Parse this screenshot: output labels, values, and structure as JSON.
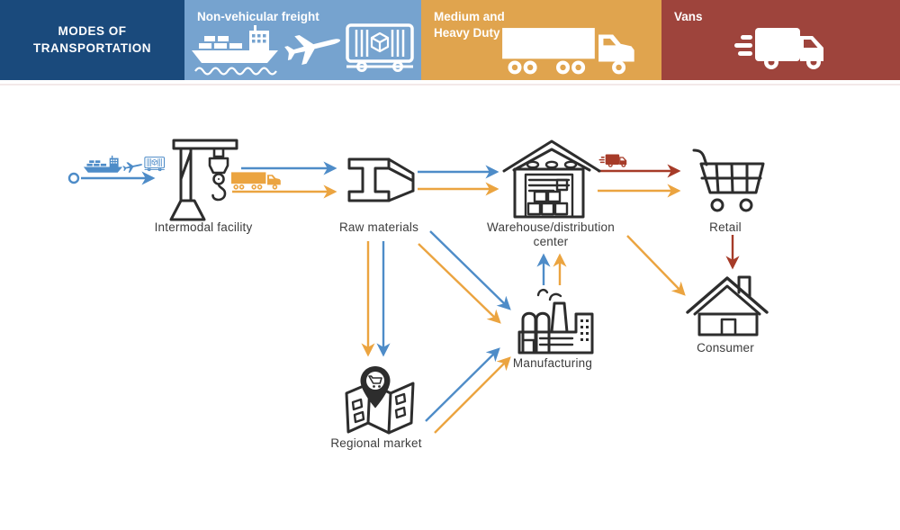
{
  "title": "Modes of transportation supply chain diagram",
  "header": {
    "sections": [
      {
        "id": "modes",
        "title_line1": "MODES OF",
        "title_line2": "TRANSPORTATION",
        "bg": "#1a4a7c",
        "text_color": "#ffffff"
      },
      {
        "id": "non_vehicular",
        "title": "Non-vehicular freight",
        "bg": "#76a3cf",
        "icons": [
          "cargo-ship-icon",
          "airplane-icon",
          "rail-freight-car-icon"
        ]
      },
      {
        "id": "medium_heavy",
        "title_line1": "Medium and",
        "title_line2": "Heavy Duty",
        "bg": "#e0a44e",
        "icons": [
          "semi-truck-icon"
        ]
      },
      {
        "id": "vans",
        "title": "Vans",
        "bg": "#9e443c",
        "icons": [
          "delivery-van-icon"
        ]
      }
    ]
  },
  "legend_colors": {
    "non_vehicular": "#4e8cc8",
    "medium_heavy": "#eba440",
    "vans": "#a63b28",
    "icon_outline": "#2d2d2d"
  },
  "nodes": {
    "intermodal": {
      "label": "Intermodal facility",
      "icon": "crane-icon"
    },
    "raw": {
      "label": "Raw materials",
      "icon": "steel-beam-icon"
    },
    "warehouse": {
      "label_line1": "Warehouse/distribution",
      "label_line2": "center",
      "icon": "warehouse-icon"
    },
    "retail": {
      "label": "Retail",
      "icon": "shopping-cart-icon"
    },
    "manufacturing": {
      "label": "Manufacturing",
      "icon": "factory-icon"
    },
    "regional": {
      "label": "Regional market",
      "icon": "map-location-pin-icon"
    },
    "consumer": {
      "label": "Consumer",
      "icon": "house-icon"
    }
  },
  "edges": [
    {
      "from": "origin",
      "to": "Intermodal facility",
      "mode": "Non-vehicular freight",
      "color": "#4e8cc8"
    },
    {
      "from": "Intermodal facility",
      "to": "Raw materials",
      "mode": "Non-vehicular freight",
      "color": "#4e8cc8"
    },
    {
      "from": "Intermodal facility",
      "to": "Raw materials",
      "mode": "Medium and Heavy Duty",
      "color": "#eba440"
    },
    {
      "from": "Raw materials",
      "to": "Warehouse/distribution center",
      "mode": "Non-vehicular freight",
      "color": "#4e8cc8"
    },
    {
      "from": "Raw materials",
      "to": "Warehouse/distribution center",
      "mode": "Medium and Heavy Duty",
      "color": "#eba440"
    },
    {
      "from": "Raw materials",
      "to": "Regional market",
      "mode": "Non-vehicular freight",
      "color": "#4e8cc8"
    },
    {
      "from": "Raw materials",
      "to": "Regional market",
      "mode": "Medium and Heavy Duty",
      "color": "#eba440"
    },
    {
      "from": "Raw materials",
      "to": "Manufacturing",
      "mode": "Non-vehicular freight",
      "color": "#4e8cc8"
    },
    {
      "from": "Raw materials",
      "to": "Manufacturing",
      "mode": "Medium and Heavy Duty",
      "color": "#eba440"
    },
    {
      "from": "Regional market",
      "to": "Manufacturing",
      "mode": "Non-vehicular freight",
      "color": "#4e8cc8"
    },
    {
      "from": "Regional market",
      "to": "Manufacturing",
      "mode": "Medium and Heavy Duty",
      "color": "#eba440"
    },
    {
      "from": "Manufacturing",
      "to": "Warehouse/distribution center",
      "mode": "Non-vehicular freight",
      "color": "#4e8cc8"
    },
    {
      "from": "Manufacturing",
      "to": "Warehouse/distribution center",
      "mode": "Medium and Heavy Duty",
      "color": "#eba440"
    },
    {
      "from": "Warehouse/distribution center",
      "to": "Retail",
      "mode": "Vans",
      "color": "#a63b28"
    },
    {
      "from": "Warehouse/distribution center",
      "to": "Retail",
      "mode": "Medium and Heavy Duty",
      "color": "#eba440"
    },
    {
      "from": "Warehouse/distribution center",
      "to": "Consumer",
      "mode": "Medium and Heavy Duty",
      "color": "#eba440"
    },
    {
      "from": "Retail",
      "to": "Consumer",
      "mode": "Vans",
      "color": "#a63b28"
    }
  ]
}
